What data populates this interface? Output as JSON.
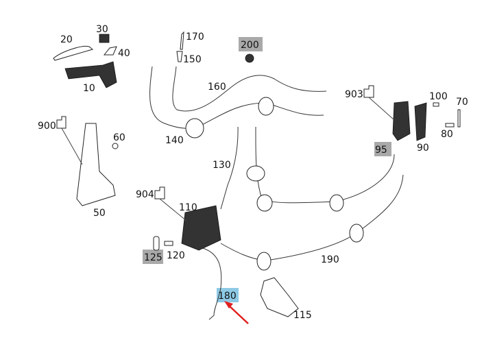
{
  "diagram": {
    "labels": {
      "p10": "10",
      "p20": "20",
      "p30": "30",
      "p40": "40",
      "p50": "50",
      "p60": "60",
      "p70": "70",
      "p80": "80",
      "p90": "90",
      "p95": "95",
      "p100": "100",
      "p110": "110",
      "p115": "115",
      "p120": "120",
      "p125": "125",
      "p130": "130",
      "p140": "140",
      "p150": "150",
      "p160": "160",
      "p170": "170",
      "p180": "180",
      "p190": "190",
      "p200": "200",
      "p900": "900",
      "p903": "903",
      "p904": "904"
    },
    "highlight": {
      "selected": "180",
      "selected_color": "#8ecae6",
      "grey_marked": [
        "200",
        "95",
        "125"
      ],
      "grey_color": "#a9a9a9",
      "arrow_color": "#e02020"
    }
  }
}
